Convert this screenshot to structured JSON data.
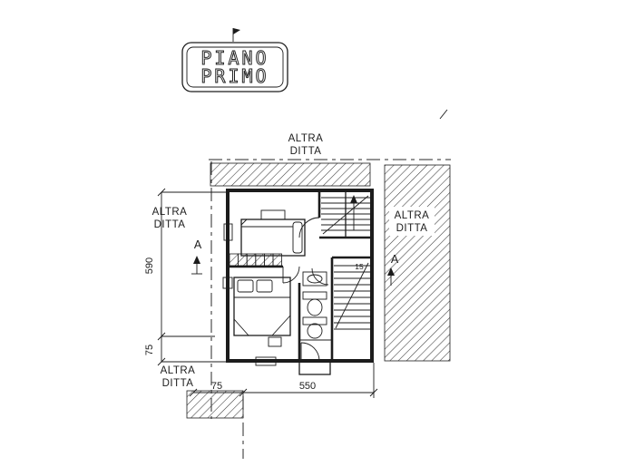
{
  "colors": {
    "ink": "#1c1c1c",
    "paper": "#ffffff"
  },
  "title_block": {
    "line1": "PIANO",
    "line2": "PRIMO"
  },
  "neighbors": {
    "top": {
      "line1": "ALTRA",
      "line2": "DITTA"
    },
    "left": {
      "line1": "ALTRA",
      "line2": "DITTA"
    },
    "right": {
      "line1": "ALTRA",
      "line2": "DITTA"
    },
    "bottom_left": {
      "line1": "ALTRA",
      "line2": "DITTA"
    }
  },
  "dimensions": {
    "left_main": "590",
    "left_lower": "75",
    "bottom_left": "75",
    "bottom_main": "550"
  },
  "section_markers": {
    "left": "A",
    "right": "A"
  },
  "stairs": {
    "steps_label": "15"
  }
}
